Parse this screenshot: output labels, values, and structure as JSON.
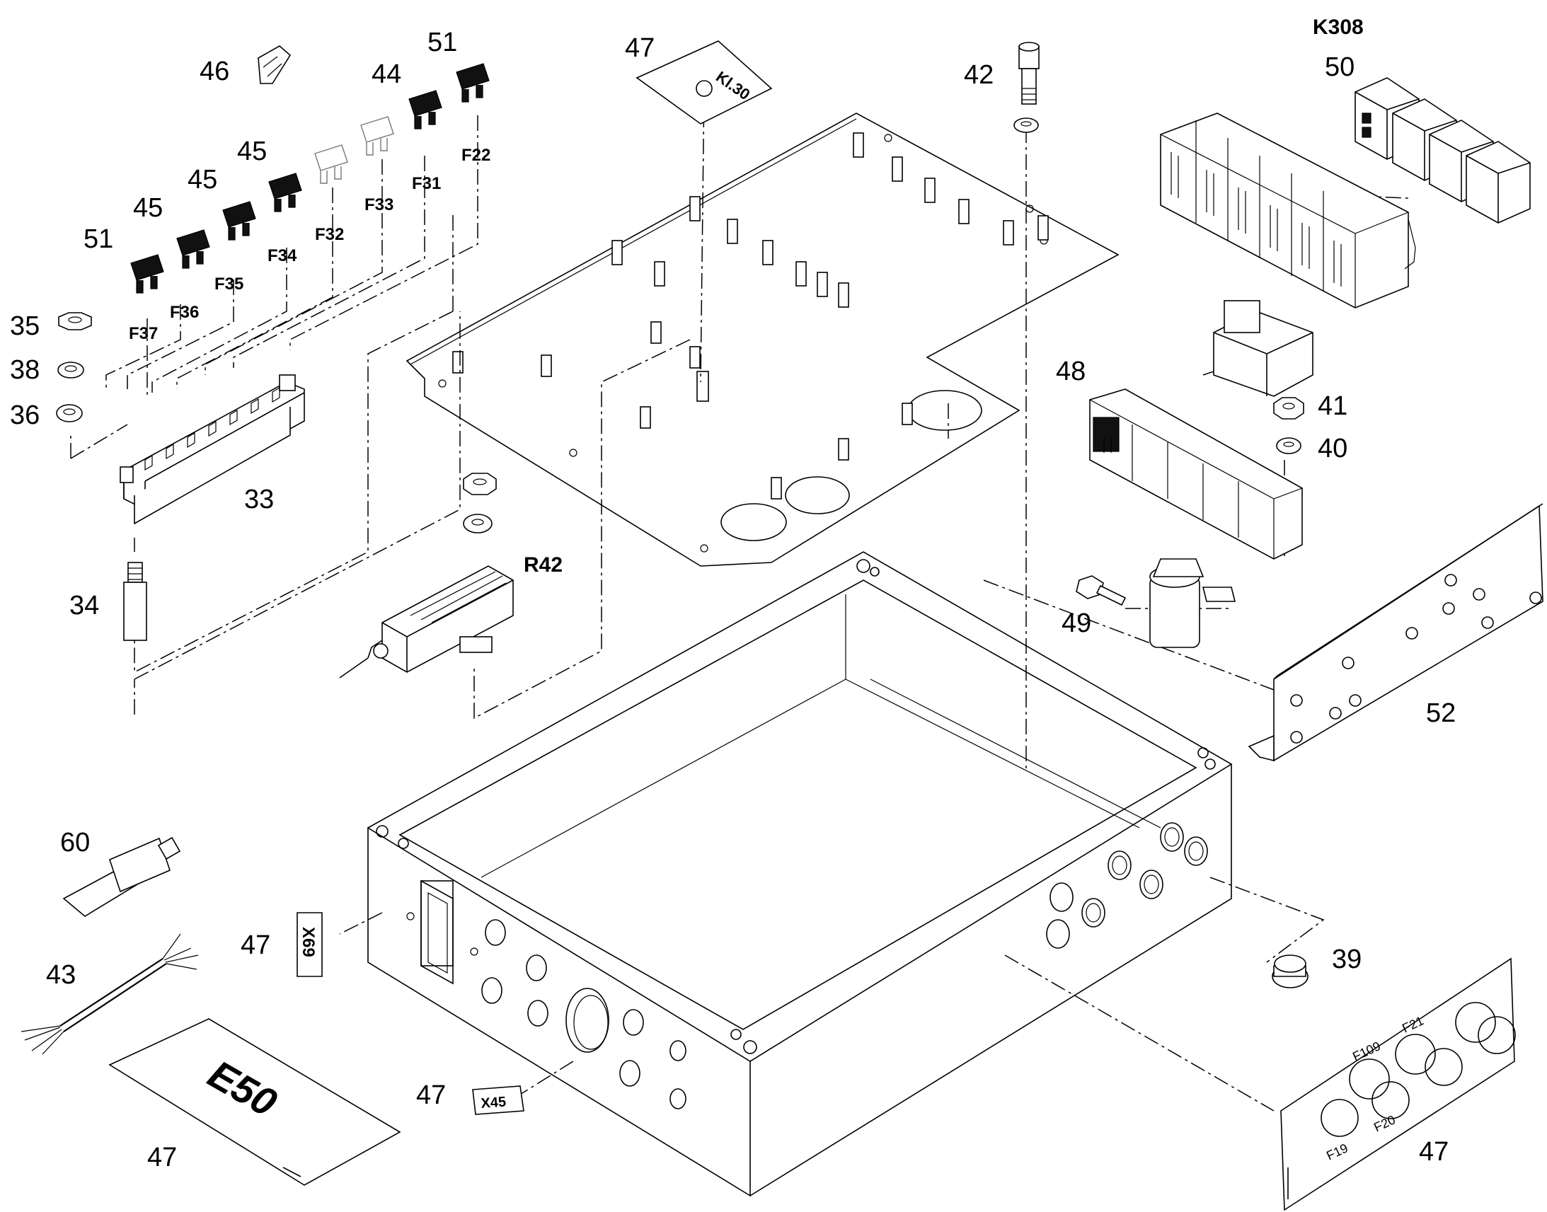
{
  "callouts": {
    "c51a": "51",
    "c51b": "51",
    "c46": "46",
    "c44": "44",
    "c45a": "45",
    "c45b": "45",
    "c45c": "45",
    "c35": "35",
    "c38": "38",
    "c36": "36",
    "c33": "33",
    "c34": "34",
    "c47top": "47",
    "c42": "42",
    "c50": "50",
    "c48": "48",
    "c41": "41",
    "c40": "40",
    "c49": "49",
    "c52": "52",
    "c60": "60",
    "c43": "43",
    "c47x69": "47",
    "c47x45": "47",
    "c47e50": "47",
    "c39": "39",
    "c47fuse": "47"
  },
  "fuses": {
    "f22": "F22",
    "f31": "F31",
    "f33": "F33",
    "f32": "F32",
    "f34": "F34",
    "f35": "F35",
    "f36": "F36",
    "f37": "F37"
  },
  "labels": {
    "k308": "K308",
    "r42": "R42",
    "kl30": "Kl.30",
    "x69": "X69",
    "x45": "X45",
    "e50": "E50"
  },
  "fuse_label_sheet": [
    "F109",
    "F21",
    "F19",
    "F20"
  ]
}
